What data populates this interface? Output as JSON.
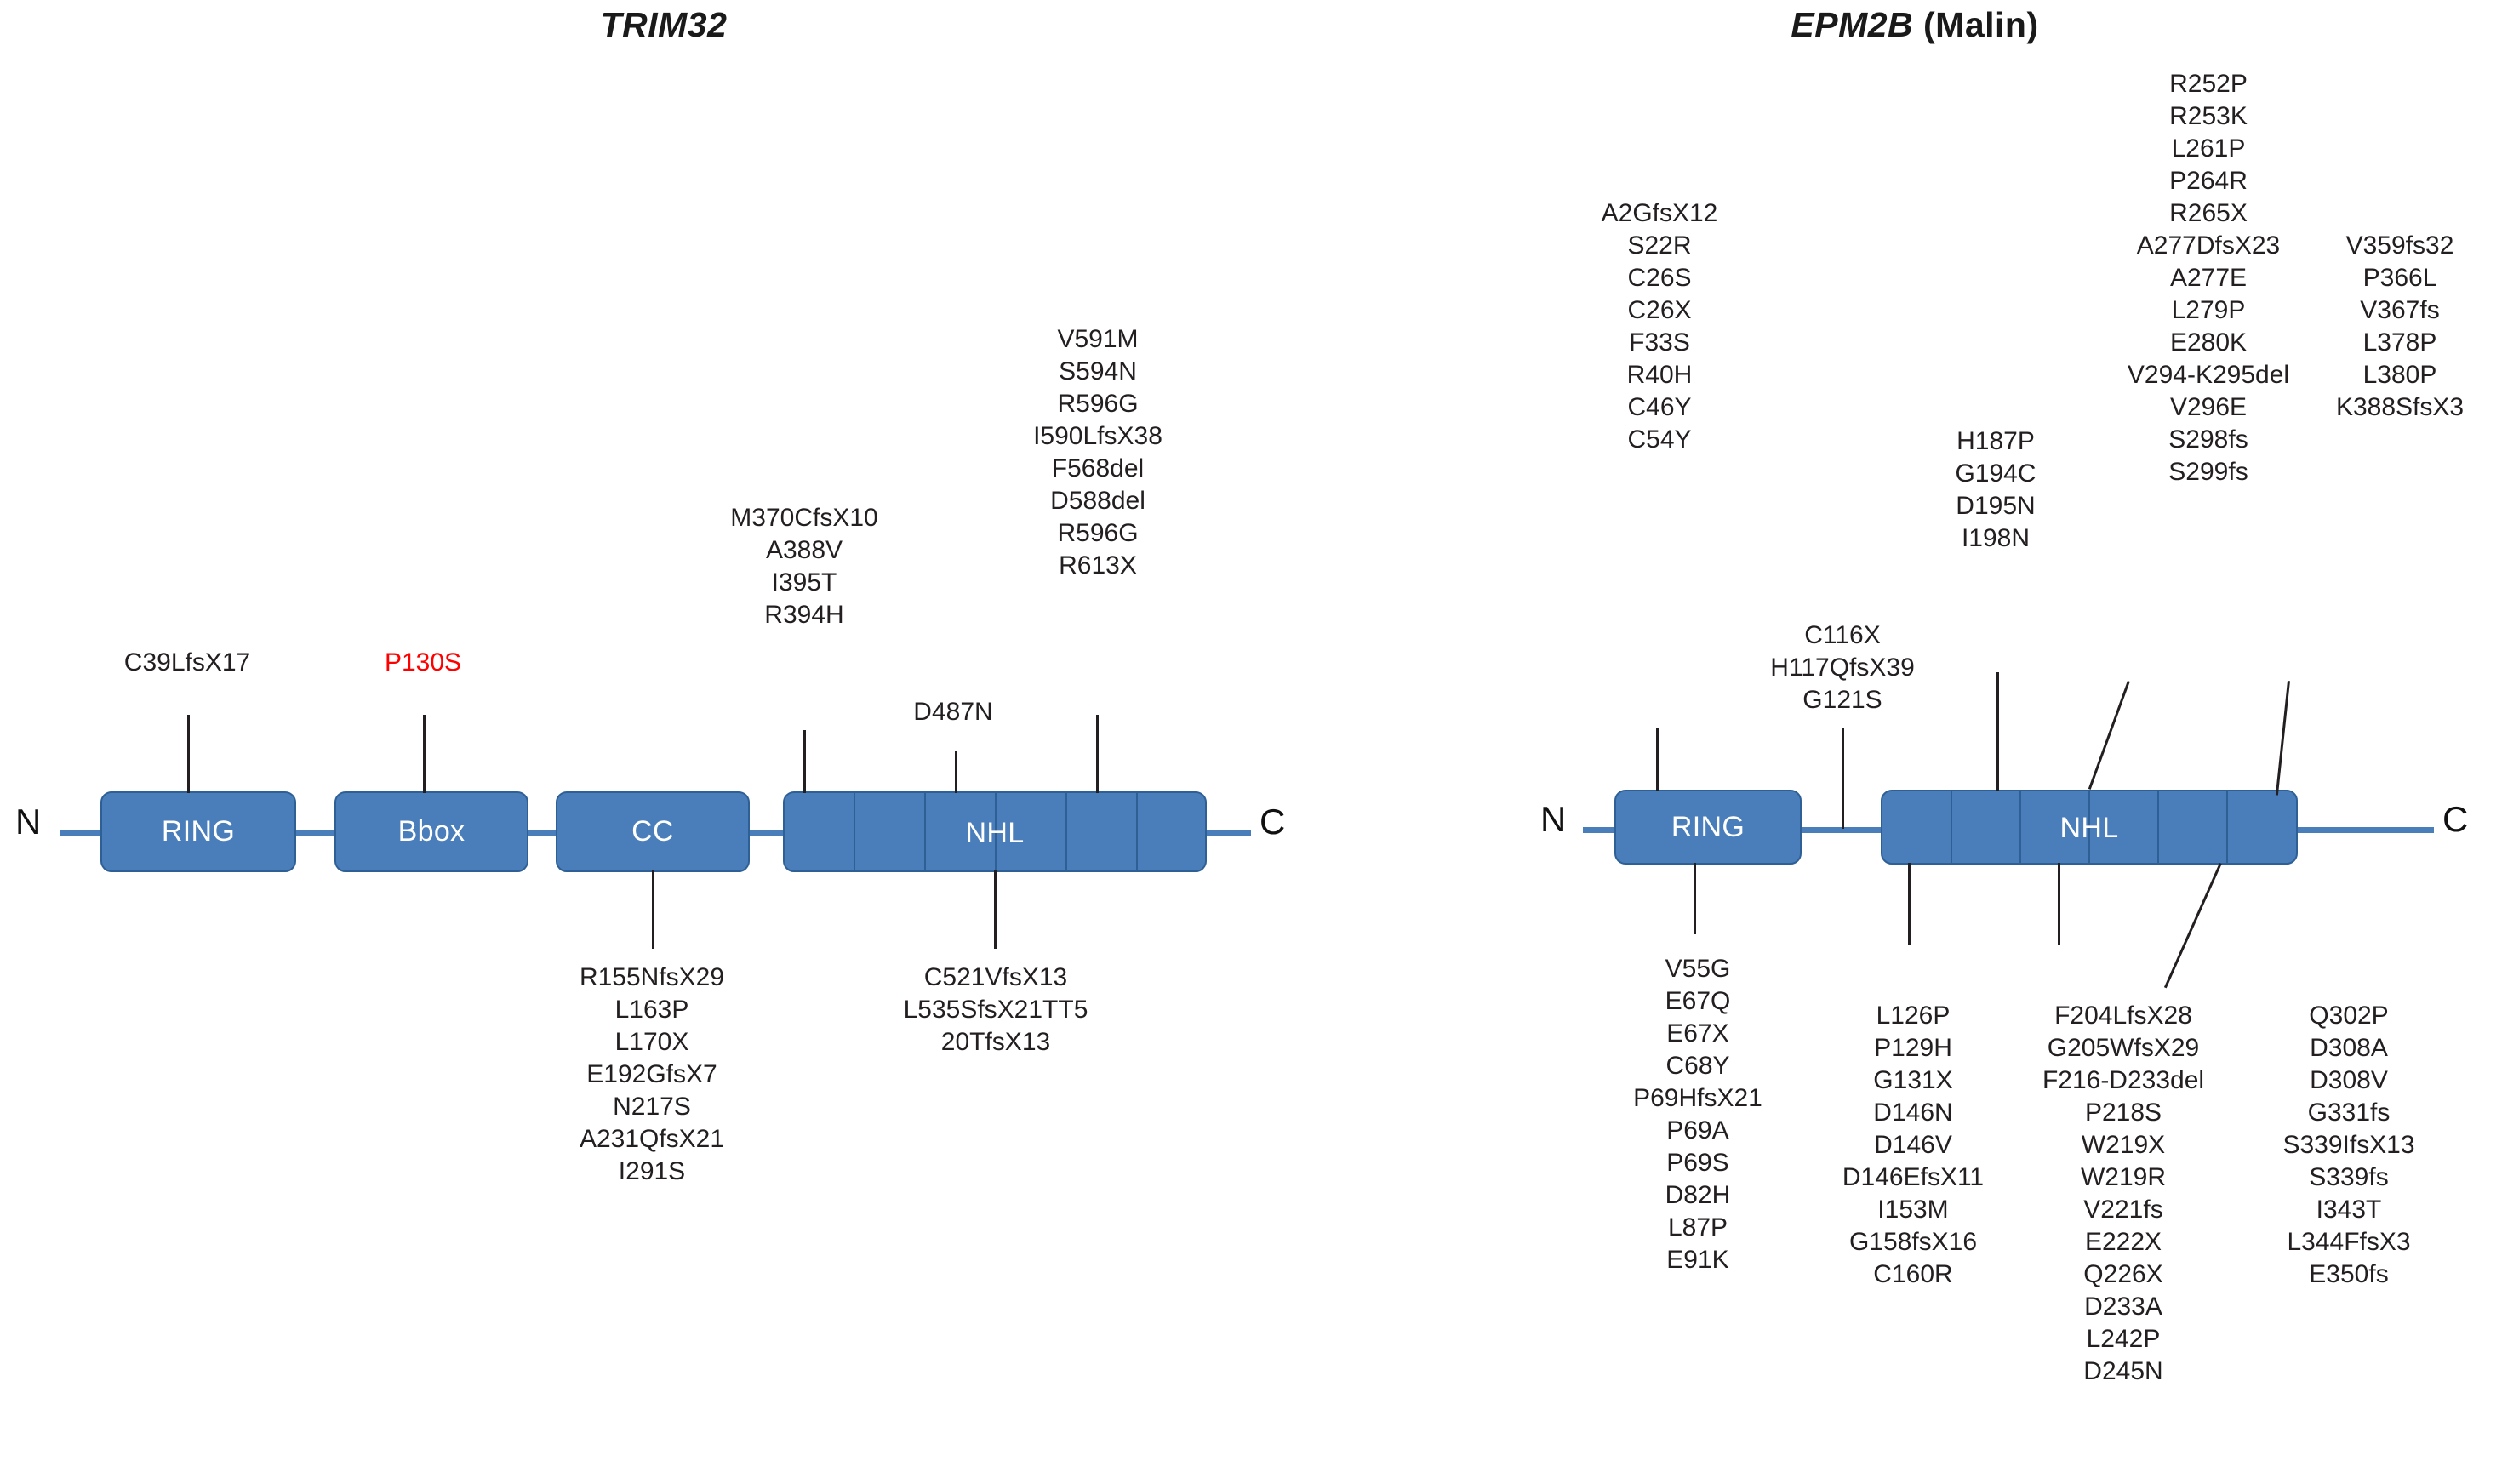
{
  "panels": [
    {
      "id": "trim32",
      "title_italic": "TRIM32",
      "title_plain": "",
      "n_terminus": "N",
      "c_terminus": "C",
      "domains": [
        {
          "name": "RING",
          "label": "RING"
        },
        {
          "name": "Bbox",
          "label": "Bbox"
        },
        {
          "name": "CC",
          "label": "CC"
        },
        {
          "name": "NHL",
          "label": "NHL"
        }
      ],
      "nhl_subdomain_count": 6,
      "mutation_groups": [
        {
          "id": "trim32-ring-above",
          "color": "black",
          "items": [
            "C39LfsX17"
          ]
        },
        {
          "id": "trim32-bbox-above",
          "color": "red",
          "items": [
            "P130S"
          ]
        },
        {
          "id": "trim32-cc-below",
          "color": "black",
          "items": [
            "R155NfsX29",
            "L163P",
            "L170X",
            "E192GfsX7",
            "N217S",
            "A231QfsX21",
            "I291S"
          ]
        },
        {
          "id": "trim32-nhl-above-left",
          "color": "black",
          "items": [
            "M370CfsX10",
            "A388V",
            "I395T",
            "R394H"
          ]
        },
        {
          "id": "trim32-nhl-above-mid",
          "color": "black",
          "items": [
            "D487N"
          ]
        },
        {
          "id": "trim32-nhl-above-right",
          "color": "black",
          "items": [
            "V591M",
            "S594N",
            "R596G",
            "I590LfsX38",
            "F568del",
            "D588del",
            "R596G",
            "R613X"
          ]
        },
        {
          "id": "trim32-nhl-below",
          "color": "black",
          "items": [
            "C521VfsX13",
            "L535SfsX21TT5",
            "20TfsX13"
          ]
        }
      ]
    },
    {
      "id": "epm2b",
      "title_italic": "EPM2B",
      "title_plain": " (Malin)",
      "n_terminus": "N",
      "c_terminus": "C",
      "domains": [
        {
          "name": "RING",
          "label": "RING"
        },
        {
          "name": "NHL",
          "label": "NHL"
        }
      ],
      "nhl_subdomain_count": 6,
      "mutation_groups": [
        {
          "id": "epm2b-ring-above",
          "color": "black",
          "items": [
            "A2GfsX12",
            "S22R",
            "C26S",
            "C26X",
            "F33S",
            "R40H",
            "C46Y",
            "C54Y"
          ]
        },
        {
          "id": "epm2b-linker-above",
          "color": "black",
          "items": [
            "C116X",
            "H117QfsX39",
            "G121S"
          ]
        },
        {
          "id": "epm2b-nhl-above-1",
          "color": "black",
          "items": [
            "H187P",
            "G194C",
            "D195N",
            "I198N"
          ]
        },
        {
          "id": "epm2b-nhl-above-2",
          "color": "black",
          "items": [
            "R252P",
            "R253K",
            "L261P",
            "P264R",
            "R265X",
            "A277DfsX23",
            "A277E",
            "L279P",
            "E280K",
            "V294-K295del",
            "V296E",
            "S298fs",
            "S299fs"
          ]
        },
        {
          "id": "epm2b-nhl-above-3",
          "color": "black",
          "items": [
            "V359fs32",
            "P366L",
            "V367fs",
            "L378P",
            "L380P",
            "K388SfsX3"
          ]
        },
        {
          "id": "epm2b-ring-below",
          "color": "black",
          "items": [
            "V55G",
            "E67Q",
            "E67X",
            "C68Y",
            "P69HfsX21",
            "P69A",
            "P69S",
            "D82H",
            "L87P",
            "E91K"
          ]
        },
        {
          "id": "epm2b-nhl-below-1",
          "color": "black",
          "items": [
            "L126P",
            "P129H",
            "G131X",
            "D146N",
            "D146V",
            "D146EfsX11",
            "I153M",
            "G158fsX16",
            "C160R"
          ]
        },
        {
          "id": "epm2b-nhl-below-2",
          "color": "black",
          "items": [
            "F204LfsX28",
            "G205WfsX29",
            "F216-D233del",
            "P218S",
            "W219X",
            "W219R",
            "V221fs",
            "E222X",
            "Q226X",
            "D233A",
            "L242P",
            "D245N"
          ]
        },
        {
          "id": "epm2b-nhl-below-3",
          "color": "black",
          "items": [
            "Q302P",
            "D308A",
            "D308V",
            "G331fs",
            "S339IfsX13",
            "S339fs",
            "I343T",
            "L344FfsX3",
            "E350fs"
          ]
        }
      ]
    }
  ],
  "colors": {
    "domain_fill": "#4A7EBB",
    "domain_border": "#2E5F95",
    "domain_text": "#FFFFFF",
    "mutation_text": "#231F20",
    "highlight_mutation": "#FF0000",
    "background": "#FFFFFF"
  }
}
